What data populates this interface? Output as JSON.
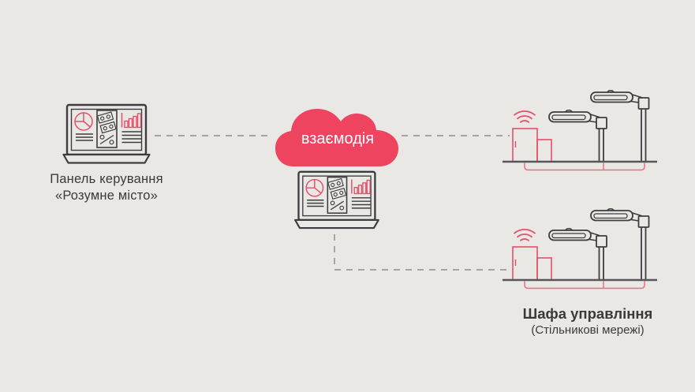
{
  "title": "Smart city street lighting interaction diagram",
  "colors": {
    "background": "#e9e8e5",
    "outline_dark": "#3d3d40",
    "accent_red": "#ee4460",
    "icon_red": "#e4506a",
    "bracket_red": "#ef6d82",
    "dash_gray": "#9b9b9b",
    "ground_gray": "#55555a",
    "text_dark": "#3a3a3a",
    "cloud_text": "#ffffff"
  },
  "nodes": {
    "control_panel": {
      "label_line1": "Панель керування",
      "label_line2": "«Розумне місто»"
    },
    "cloud": {
      "label": "взаємодія"
    },
    "gateway_laptop": {
      "label": ""
    },
    "cabinet": {
      "title": "Шафа управління",
      "subtitle": "(Стільникові мережі)"
    }
  },
  "connections": [
    {
      "from": "control-panel-laptop",
      "to": "interaction-cloud",
      "style": "dashed"
    },
    {
      "from": "interaction-cloud",
      "to": "street-scene-top",
      "style": "dashed"
    },
    {
      "from": "gateway-laptop",
      "to": "street-scene-bottom",
      "style": "dashed"
    }
  ]
}
